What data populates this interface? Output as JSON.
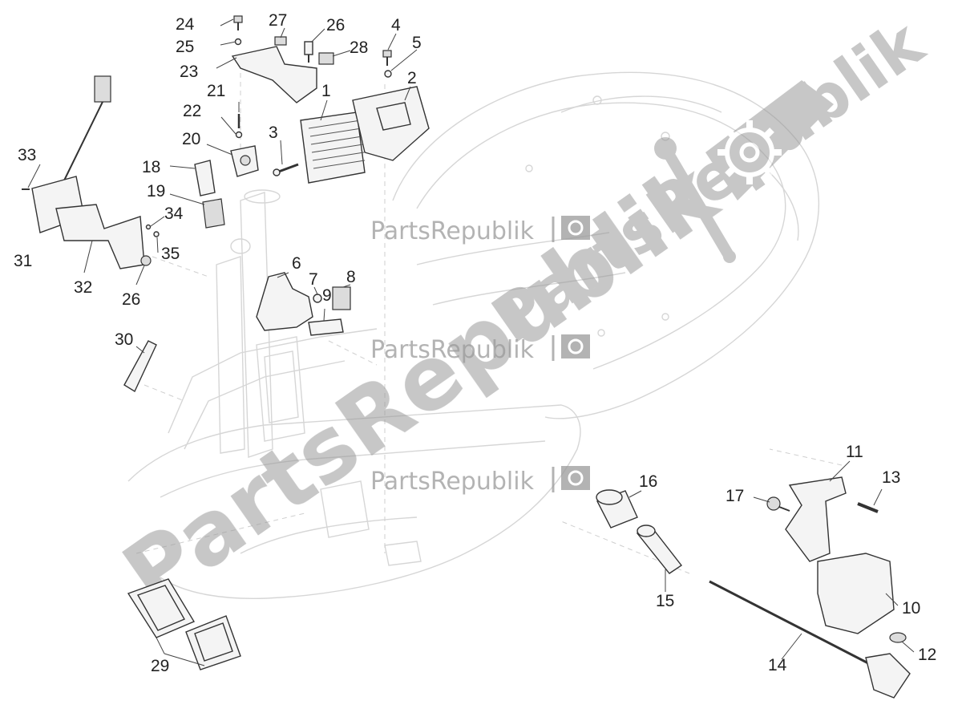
{
  "watermark": {
    "brand": "PartsRepublik",
    "diagonal": [
      "PartsRepublik",
      "PartsRepublik"
    ]
  },
  "callouts": [
    {
      "id": "c1",
      "text": "1"
    },
    {
      "id": "c2",
      "text": "2"
    },
    {
      "id": "c3",
      "text": "3"
    },
    {
      "id": "c4",
      "text": "4"
    },
    {
      "id": "c5",
      "text": "5"
    },
    {
      "id": "c6",
      "text": "6"
    },
    {
      "id": "c7",
      "text": "7"
    },
    {
      "id": "c8",
      "text": "8"
    },
    {
      "id": "c9",
      "text": "9"
    },
    {
      "id": "c10",
      "text": "10"
    },
    {
      "id": "c11",
      "text": "11"
    },
    {
      "id": "c12",
      "text": "12"
    },
    {
      "id": "c13",
      "text": "13"
    },
    {
      "id": "c14",
      "text": "14"
    },
    {
      "id": "c15",
      "text": "15"
    },
    {
      "id": "c16",
      "text": "16"
    },
    {
      "id": "c17",
      "text": "17"
    },
    {
      "id": "c18",
      "text": "18"
    },
    {
      "id": "c19",
      "text": "19"
    },
    {
      "id": "c20",
      "text": "20"
    },
    {
      "id": "c21",
      "text": "21"
    },
    {
      "id": "c22",
      "text": "22"
    },
    {
      "id": "c23",
      "text": "23"
    },
    {
      "id": "c24",
      "text": "24"
    },
    {
      "id": "c25",
      "text": "25"
    },
    {
      "id": "c26a",
      "text": "26"
    },
    {
      "id": "c27",
      "text": "27"
    },
    {
      "id": "c28",
      "text": "28"
    },
    {
      "id": "c29",
      "text": "29"
    },
    {
      "id": "c30",
      "text": "30"
    },
    {
      "id": "c31",
      "text": "31"
    },
    {
      "id": "c32",
      "text": "32"
    },
    {
      "id": "c33",
      "text": "33"
    },
    {
      "id": "c34",
      "text": "34"
    },
    {
      "id": "c35",
      "text": "35"
    },
    {
      "id": "c26b",
      "text": "26"
    }
  ],
  "colors": {
    "watermark_gray": "#9a9a9a",
    "ghost": "#d6d6d6",
    "ink": "#222222"
  }
}
